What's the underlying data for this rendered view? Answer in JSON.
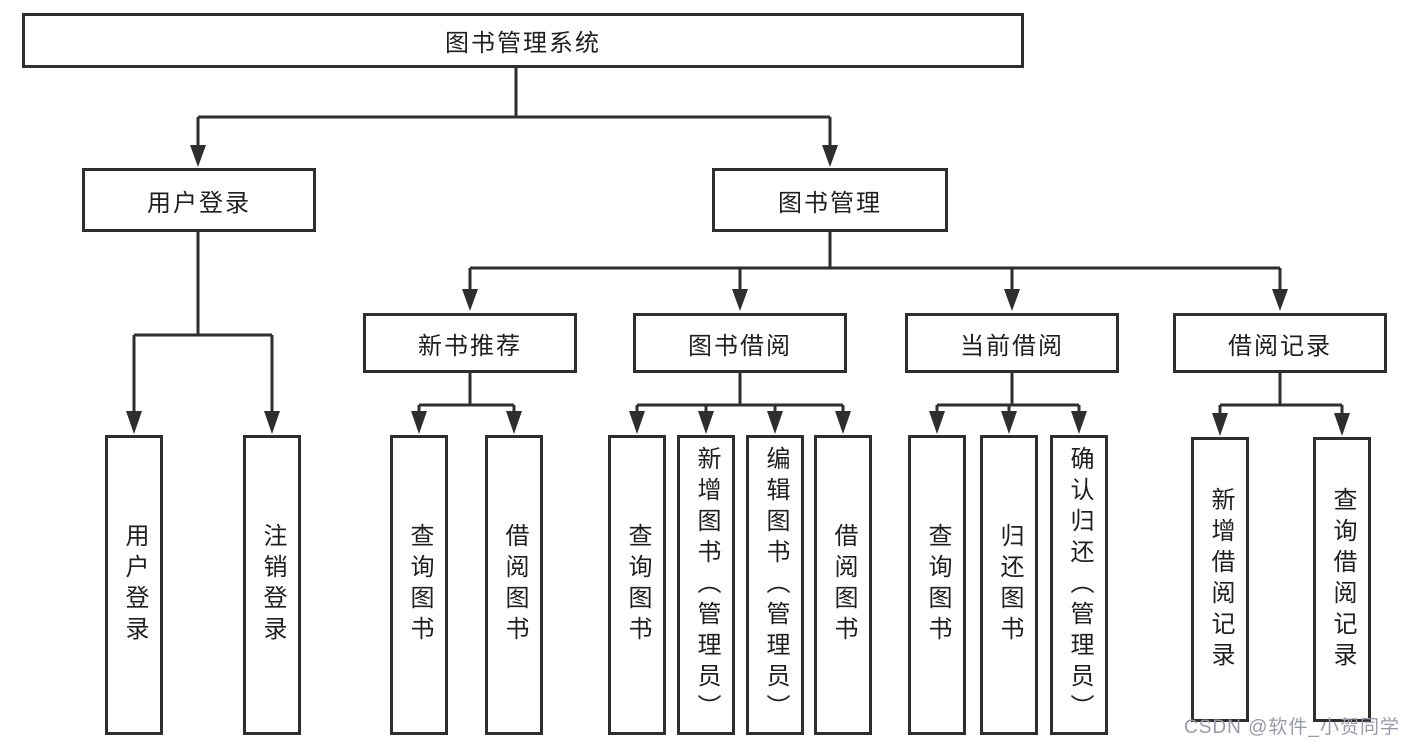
{
  "tree": {
    "root": "图书管理系统",
    "level2": {
      "user_login": "用户登录",
      "book_mgmt": "图书管理"
    },
    "level3": {
      "new_books": "新书推荐",
      "book_borrow": "图书借阅",
      "current_borrow": "当前借阅",
      "borrow_records": "借阅记录"
    },
    "leaves": {
      "user_login": "用户登录",
      "logout": "注销登录",
      "nb_query": "查询图书",
      "nb_borrow": "借阅图书",
      "bb_query": "查询图书",
      "bb_add": "新增图书（管理员）",
      "bb_edit": "编辑图书（管理员）",
      "bb_borrow": "借阅图书",
      "cb_query": "查询图书",
      "cb_return": "归还图书",
      "cb_confirm": "确认归还（管理员）",
      "br_add": "新增借阅记录",
      "br_query": "查询借阅记录"
    },
    "watermark": "CSDN @软件_小贺同学",
    "colors": {
      "line": "#2e2e2e",
      "text": "#1f1f1f",
      "watermark": "#989aa8",
      "background": "#ffffff"
    }
  }
}
